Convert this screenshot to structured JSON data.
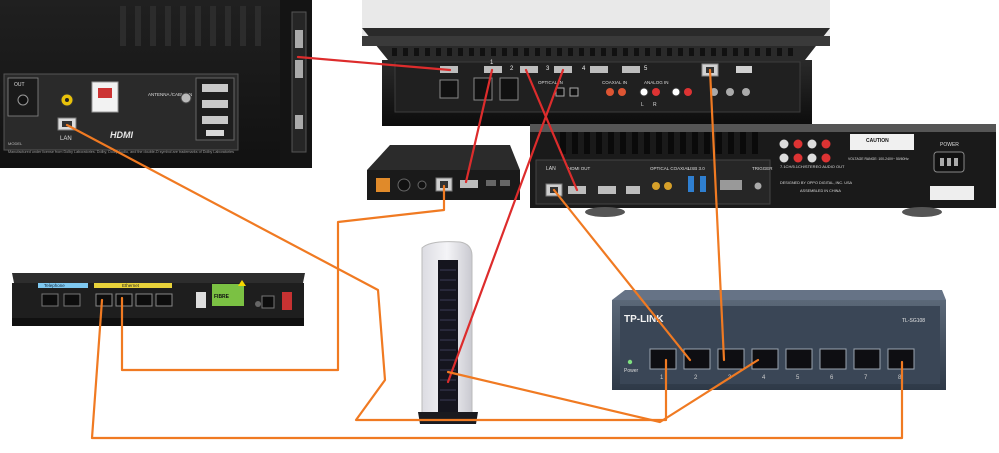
{
  "tv": {
    "ports_label_1": "OUT",
    "lan_label": "LAN",
    "hdmi_logo": "HDMI",
    "antenna_label": "ANTENNA /CABLE IN",
    "model_text": "MODEL",
    "fine_print": "Manufactured under license from Dolby Laboratories. Dolby, Dolby Audio, and the double-D symbol are trademarks of Dolby Laboratories"
  },
  "receiver": {
    "hdmi_numbers": [
      "1",
      "2",
      "3",
      "4",
      "5"
    ],
    "coaxial_label": "COAXIAL IN",
    "optical_label": "OPTICAL IN",
    "analog_label": "ANALOG IN",
    "l_label": "L",
    "r_label": "R"
  },
  "bluray": {
    "lan_label": "LAN",
    "usb_label": "USB 3.0",
    "optical_label": "OPTICAL COAXIAL",
    "hdmi_label": "HDMI OUT",
    "trigger_label": "TRIGGER",
    "power_label": "POWER",
    "caution_label": "CAUTION",
    "spec_text": "VOLTAGE RANGE: 100-240V~ 50/60Hz",
    "made_text": "DESIGNED BY OPPO DIGITAL, INC. USA",
    "assembled_text": "ASSEMBLED IN CHINA",
    "analog_text": "7.1CH/5.1CH/STEREO AUDIO OUT"
  },
  "router": {
    "telephone_label": "Telephone",
    "ethernet_label": "Ethernet",
    "fibre_label": "FIBRE"
  },
  "switch": {
    "brand": "TP-LINK",
    "model": "TL-SG108",
    "power_label": "Power",
    "port_numbers": [
      "1",
      "2",
      "3",
      "4",
      "5",
      "6",
      "7",
      "8"
    ]
  },
  "colors": {
    "cable_orange": "#f07a22",
    "cable_red": "#dd2c2c",
    "device_black": "#1c1c1c",
    "switch_blue": "#3d4a5a"
  }
}
